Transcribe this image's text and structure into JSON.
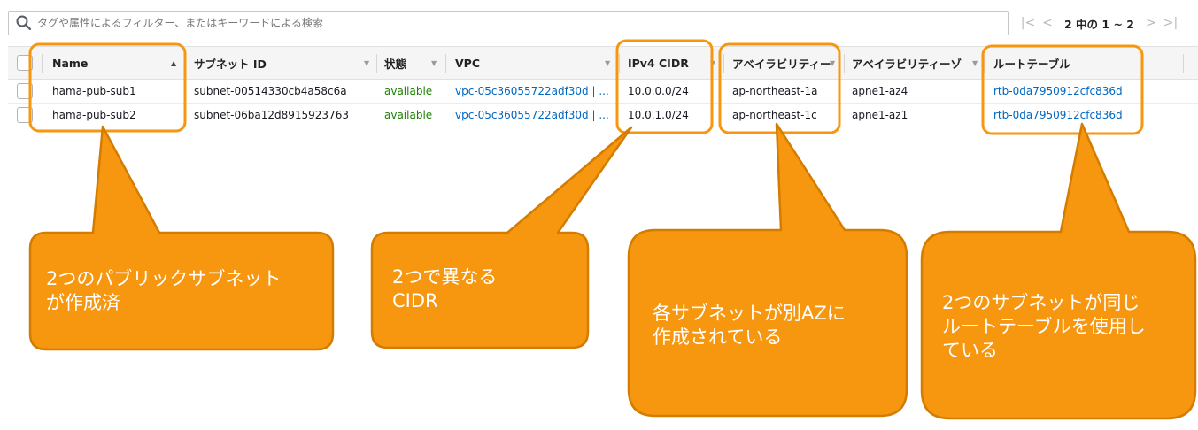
{
  "search": {
    "placeholder": "タグや属性によるフィルター、またはキーワードによる検索"
  },
  "pagination": {
    "first": "|<",
    "prev": "<",
    "text": "2 中の 1 ~ 2",
    "next": ">",
    "last": ">|"
  },
  "table": {
    "columns": [
      "Name",
      "サブネット ID",
      "状態",
      "VPC",
      "IPv4 CIDR",
      "アベイラビリティー",
      "アベイラビリティーゾ",
      "ルートテーブル"
    ],
    "rows": [
      {
        "name": "hama-pub-sub1",
        "subnet_id": "subnet-00514330cb4a58c6a",
        "state": "available",
        "vpc": "vpc-05c36055722adf30d | ...",
        "cidr": "10.0.0.0/24",
        "az": "ap-northeast-1a",
        "az_id": "apne1-az4",
        "route_table": "rtb-0da7950912cfc836d"
      },
      {
        "name": "hama-pub-sub2",
        "subnet_id": "subnet-06ba12d8915923763",
        "state": "available",
        "vpc": "vpc-05c36055722adf30d | ...",
        "cidr": "10.0.1.0/24",
        "az": "ap-northeast-1c",
        "az_id": "apne1-az1",
        "route_table": "rtb-0da7950912cfc836d"
      }
    ]
  },
  "annotations": {
    "name_note": [
      "2つのパブリックサブネット",
      "が作成済"
    ],
    "cidr_note": [
      "2つで異なる",
      "CIDR"
    ],
    "az_note": [
      "各サブネットが別AZに",
      "作成されている"
    ],
    "rtb_note": [
      "2つのサブネットが同じ",
      "ルートテーブルを使用し",
      "ている"
    ]
  },
  "colors": {
    "annotation_orange": "#f7960f",
    "annotation_border": "#d47c00",
    "link_blue": "#0066c0",
    "status_green": "#1d8102"
  }
}
